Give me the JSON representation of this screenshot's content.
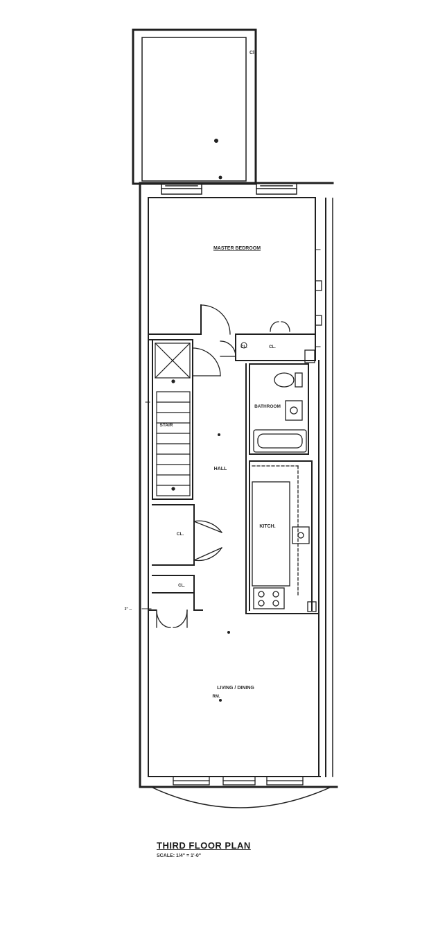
{
  "rooms": {
    "master_bedroom": "MASTER BEDROOM",
    "closet_1": "CL.",
    "closet_2": "CL.",
    "closet_3": "CL.",
    "closet_4": "CL.",
    "bathroom": "BATHROOM",
    "stair": "STAIR",
    "hall": "HALL",
    "kitchen": "KITCH.",
    "living_dining": "LIVING / DINING",
    "living_dining_sub": "RM."
  },
  "notes": {
    "side_note": "3\" ..."
  },
  "plan_title": "THIRD FLOOR PLAN",
  "plan_scale": "SCALE: 1/4\" = 1'-0\""
}
